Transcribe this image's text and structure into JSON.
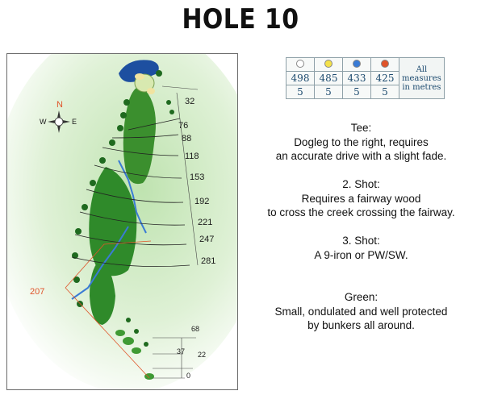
{
  "title": "HOLE 10",
  "scorecard": {
    "tees": [
      {
        "color": "#ffffff",
        "distance": "498",
        "par": "5"
      },
      {
        "color": "#f4e14a",
        "distance": "485",
        "par": "5"
      },
      {
        "color": "#3a7bd5",
        "distance": "433",
        "par": "5"
      },
      {
        "color": "#e0542a",
        "distance": "425",
        "par": "5"
      }
    ],
    "note": [
      "All",
      "measures",
      "in metres"
    ]
  },
  "map": {
    "compass_north": "N",
    "compass_east": "E",
    "compass_west": "W",
    "distances_right": [
      "32",
      "76",
      "88",
      "118",
      "153",
      "192",
      "221",
      "247",
      "281"
    ],
    "distance_left": "207",
    "distances_tee": [
      "68",
      "37",
      "22",
      "0"
    ]
  },
  "description": {
    "tee_heading": "Tee:",
    "tee_lines": [
      "Dogleg to the right, requires",
      "an accurate drive with a slight fade."
    ],
    "shot2_heading": "2. Shot:",
    "shot2_lines": [
      "Requires a fairway wood",
      "to cross the creek crossing the fairway."
    ],
    "shot3_heading": "3. Shot:",
    "shot3_lines": [
      "A 9-iron or PW/SW."
    ],
    "green_heading": "Green:",
    "green_lines": [
      "Small, ondulated and well protected",
      "by bunkers all around."
    ]
  }
}
